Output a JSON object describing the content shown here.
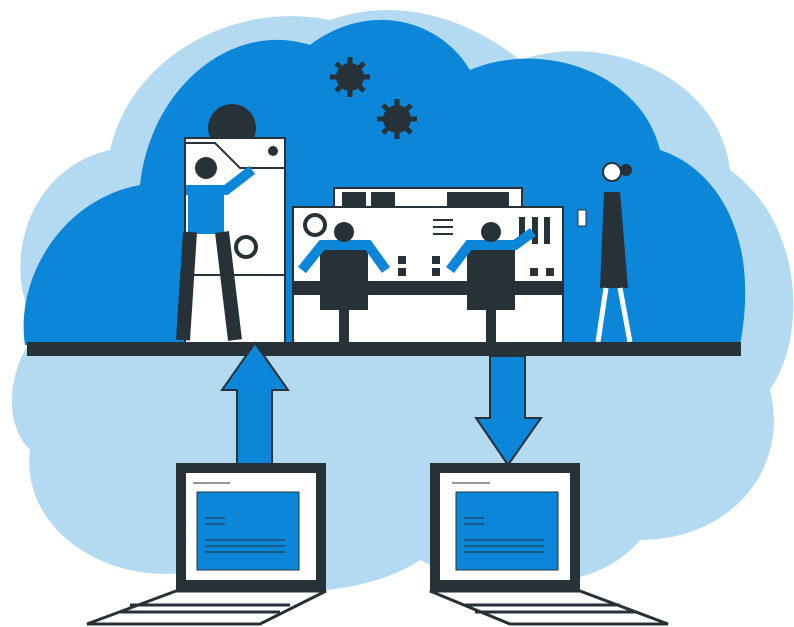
{
  "colors": {
    "light_cloud": "#b4daf1",
    "dark_cloud": "#0b86d8",
    "ink": "#263238",
    "screen": "#0b86d8",
    "white": "#ffffff"
  },
  "icons": [
    "cloud",
    "gear-icon",
    "control-panel",
    "laptop-icon",
    "arrow-up-icon",
    "arrow-down-icon",
    "person"
  ]
}
